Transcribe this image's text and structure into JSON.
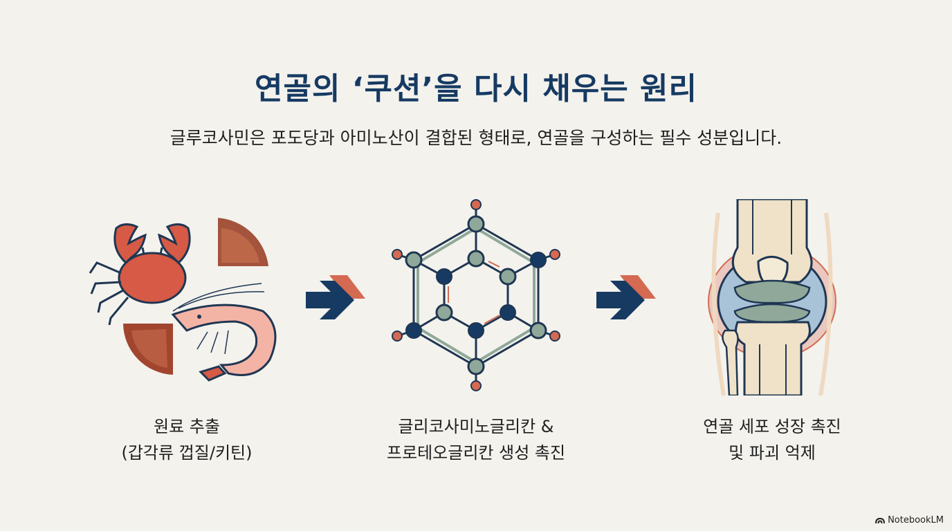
{
  "title": "연골의 ‘쿠션’을 다시 채우는 원리",
  "subtitle": "글루코사민은 포도당과 아미노산이 결합된 형태로, 연골을 구성하는 필수 성분입니다.",
  "steps": [
    {
      "line1": "원료 추출",
      "line2": "(갑각류 껍질/키틴)",
      "icon": "crab-shrimp-icon"
    },
    {
      "line1": "글리코사미노글리칸 &",
      "line2": "프로테오글리칸 생성 촉진",
      "icon": "molecule-icon"
    },
    {
      "line1": "연골 세포 성장 촉진",
      "line2": "및 파괴 억제",
      "icon": "knee-joint-icon"
    }
  ],
  "brand": "NotebookLM",
  "colors": {
    "title": "#163a62",
    "navy": "#163a62",
    "coral": "#d46a52",
    "sage": "#8fa899",
    "background": "#f3f2ed"
  }
}
